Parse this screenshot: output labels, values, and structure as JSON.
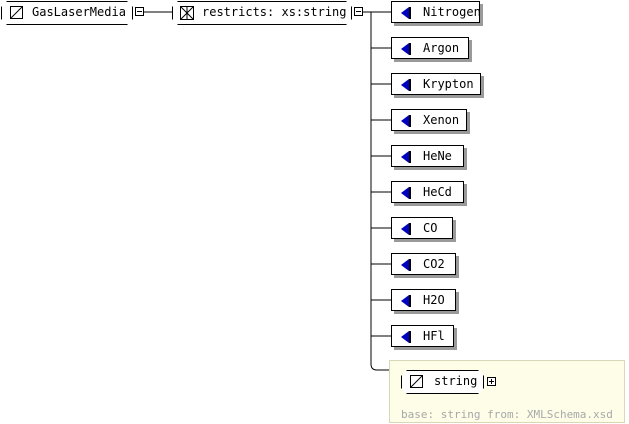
{
  "root": {
    "name": "GasLaserMedia",
    "icon": "simple-type-icon"
  },
  "restriction": {
    "label": "restricts: xs:string",
    "icon": "restriction-icon"
  },
  "enumerations": [
    "Nitrogen",
    "Argon",
    "Krypton",
    "Xenon",
    "HeNe",
    "HeCd",
    "CO",
    "CO2",
    "H2O",
    "HFl"
  ],
  "base_type": {
    "name": "string",
    "icon": "simple-type-icon",
    "note": "base: string from: XMLSchema.xsd"
  },
  "colors": {
    "enum_marker": "#0000c0",
    "shadow": "#9a9a9a",
    "type_box_bg": "#fdfde8",
    "note_text": "#a8a8a8"
  }
}
